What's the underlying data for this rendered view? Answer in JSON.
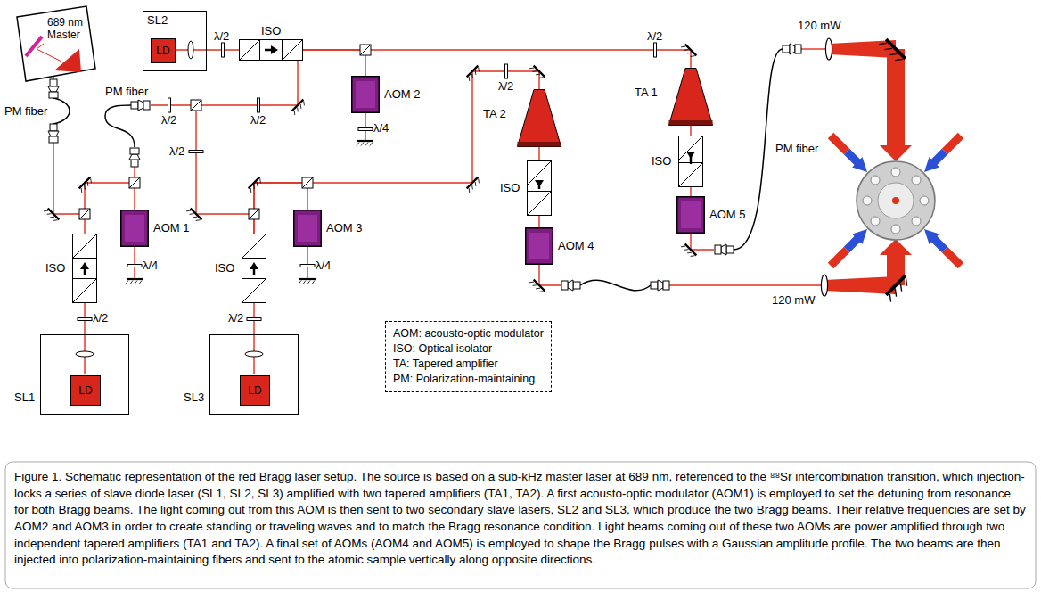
{
  "diagram": {
    "caption": "Figure 1. Schematic representation of the red Bragg laser setup. The source is based on a sub-kHz master laser at 689 nm, referenced to the ⁸⁸Sr intercombination transition, which injection-locks a series of slave diode laser (SL1, SL2, SL3) amplified with two tapered amplifiers (TA1, TA2). A first acousto-optic modulator (AOM1) is employed to set the detuning from resonance for both Bragg beams. The light coming out from this AOM is then sent to two secondary slave lasers, SL2 and SL3, which produce the two Bragg beams. Their relative frequencies are set by AOM2 and AOM3 in order to create standing or traveling waves and to match the Bragg resonance condition. Light beams coming out of these two AOMs are power amplified through two independent tapered amplifiers (TA1 and TA2). A final set of AOMs (AOM4 and AOM5) is employed to shape the Bragg pulses with a Gaussian amplitude profile. The two beams are then injected into polarization-maintaining fibers and sent to the atomic sample vertically along opposite directions.",
    "nodes": [
      {
        "text": [
          "689 nm Master"
        ]
      },
      {
        "text": [
          "SL2"
        ]
      },
      {
        "text": [
          "LD"
        ],
        "in": 1
      },
      {
        "text": [
          "ISO"
        ]
      },
      {
        "text": [
          "AOM 2"
        ]
      },
      {
        "text": [
          "TA 2"
        ]
      },
      {
        "text": [
          "TA 1"
        ]
      },
      {
        "text": [
          "ISO"
        ]
      },
      {
        "text": [
          "ISO"
        ]
      },
      {
        "text": [
          "AOM 1"
        ]
      },
      {
        "text": [
          "ISO"
        ]
      },
      {
        "text": [
          "AOM 3"
        ]
      },
      {
        "text": [
          "ISO"
        ]
      },
      {
        "text": [
          "AOM 5"
        ]
      },
      {
        "text": [
          "AOM 4"
        ]
      },
      {
        "text": [
          "SL1"
        ]
      },
      {
        "text": [
          "LD"
        ],
        "in": 15
      },
      {
        "text": [
          "SL3"
        ]
      },
      {
        "text": [
          "LD"
        ],
        "in": 17
      },
      {
        "text": [
          "AOM: acousto-optic modulator",
          "ISO: Optical isolator",
          "TA: Tapered amplifier",
          "PM: Polarization-maintaining"
        ]
      }
    ],
    "edges": [
      {
        "from": 15,
        "to": 10,
        "arrow": "none"
      },
      {
        "from": 10,
        "to": 9,
        "arrow": "none"
      },
      {
        "from": 1,
        "to": 3,
        "arrow": "none"
      },
      {
        "from": 3,
        "to": 4,
        "arrow": "none"
      },
      {
        "from": 3,
        "to": 6,
        "arrow": "none"
      },
      {
        "from": 17,
        "to": 12,
        "arrow": "none"
      },
      {
        "from": 12,
        "to": 11,
        "arrow": "none"
      },
      {
        "from": 12,
        "to": 5,
        "arrow": "none"
      },
      {
        "from": 6,
        "to": 8,
        "arrow": "none"
      },
      {
        "from": 8,
        "to": 13,
        "arrow": "none"
      },
      {
        "from": 5,
        "to": 7,
        "arrow": "none"
      },
      {
        "from": 7,
        "to": 14,
        "arrow": "none"
      }
    ],
    "labels": [
      "PM fiber",
      "PM fiber",
      "λ/2",
      "λ/2",
      "λ/2",
      "λ/2",
      "λ/2",
      "λ/2",
      "λ/2",
      "λ/2",
      "λ/4",
      "λ/4",
      "λ/4",
      "PM fiber",
      "120 mW",
      "120 mW"
    ]
  }
}
